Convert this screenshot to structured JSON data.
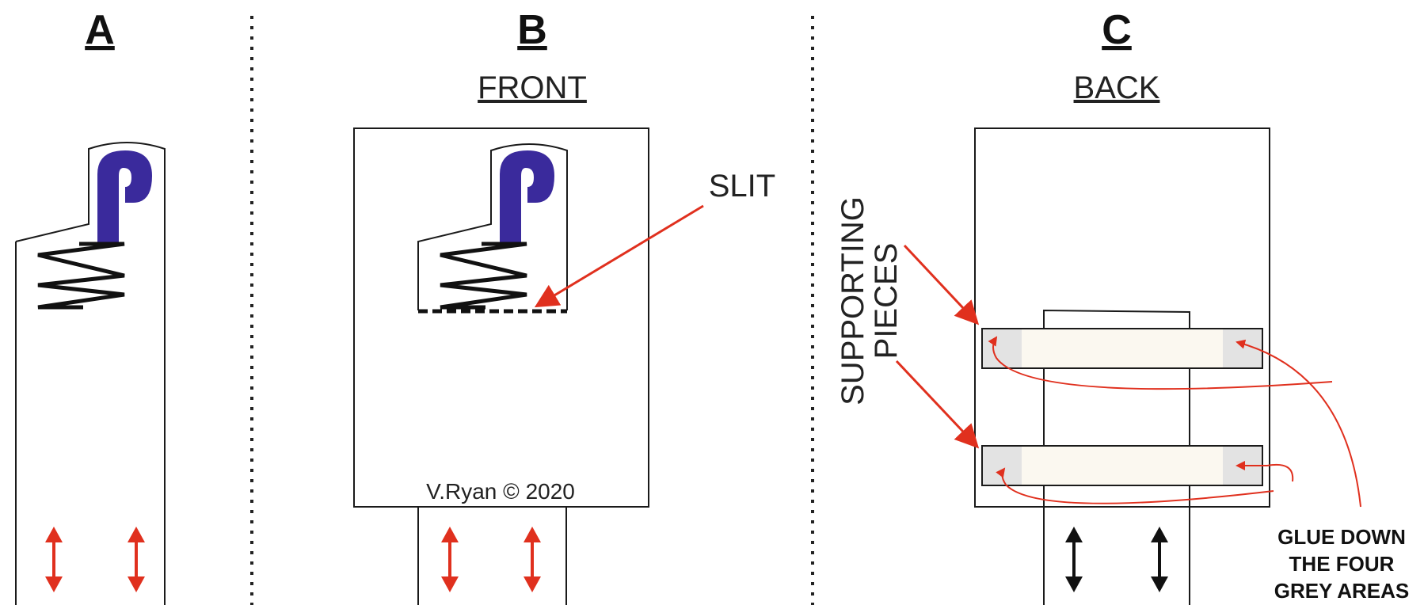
{
  "panels": {
    "a": {
      "letter": "A"
    },
    "b": {
      "letter": "B",
      "subtitle": "FRONT",
      "slit_label": "SLIT",
      "credit": "V.Ryan © 2020"
    },
    "c": {
      "letter": "C",
      "subtitle": "BACK",
      "supporting_label_line1": "SUPPORTING",
      "supporting_label_line2": "PIECES",
      "glue_label_line1": "GLUE DOWN",
      "glue_label_line2": "THE FOUR",
      "glue_label_line3": "GREY AREAS"
    }
  },
  "colors": {
    "outline": "#1a1a1a",
    "accent_red": "#e0301e",
    "ear_purple": "#3a2a9c",
    "support_fill": "#fbf8f0",
    "grey_area": "#e3e3e3",
    "divider": "#222222"
  },
  "icons": [
    "up-down-arrow-icon",
    "slit-dashed-line",
    "spring-zigzag"
  ]
}
